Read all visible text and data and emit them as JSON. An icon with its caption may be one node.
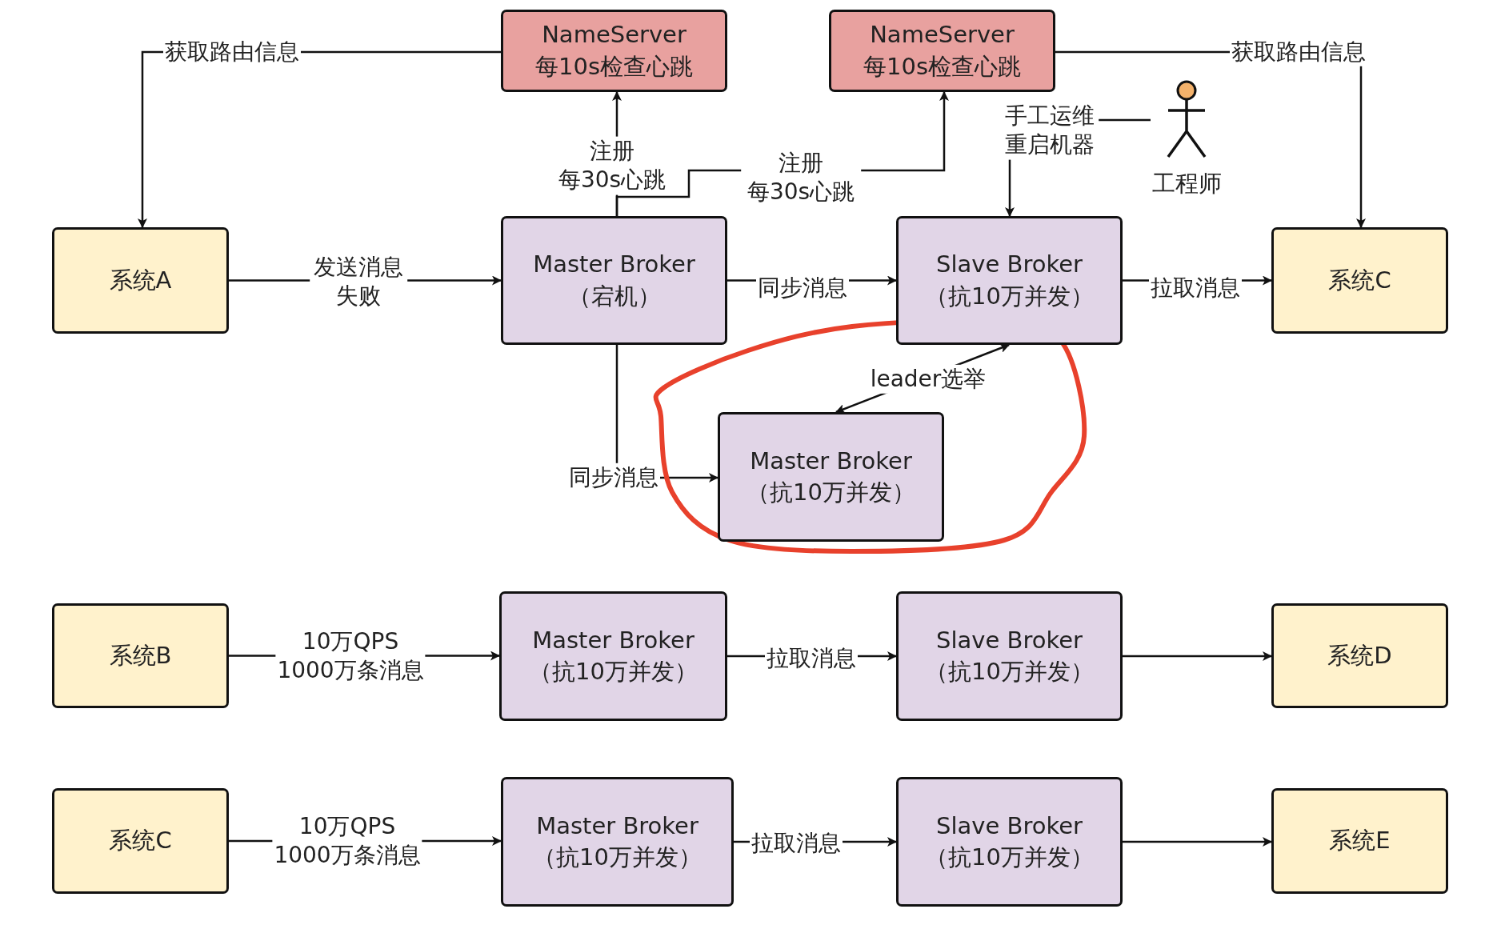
{
  "diagram": {
    "nodes": [
      {
        "text": [
          "NameServer 每10s检查心跳"
        ]
      },
      {
        "text": [
          "NameServer 每10s检查心跳"
        ]
      },
      {
        "text": [
          "系统A"
        ]
      },
      {
        "text": [
          "Master Broker （宕机）"
        ]
      },
      {
        "text": [
          "Slave Broker （抗10万并发）"
        ]
      },
      {
        "text": [
          "系统C"
        ]
      },
      {
        "text": [
          "Master Broker （抗10万并发）"
        ]
      },
      {
        "text": [
          "系统B"
        ]
      },
      {
        "text": [
          "Master Broker （抗10万并发）"
        ]
      },
      {
        "text": [
          "Slave Broker （抗10万并发）"
        ]
      },
      {
        "text": [
          "系统D"
        ]
      },
      {
        "text": [
          "系统C"
        ]
      },
      {
        "text": [
          "Master Broker （抗10万并发）"
        ]
      },
      {
        "text": [
          "Slave Broker （抗10万并发）"
        ]
      },
      {
        "text": [
          "系统E"
        ]
      },
      {
        "text": [
          "工程师"
        ]
      }
    ],
    "edges": [
      {
        "from": 0,
        "to": 2,
        "arrow": "to",
        "label": "获取路由信息"
      },
      {
        "from": 1,
        "to": 5,
        "arrow": "to",
        "label": "获取路由信息"
      },
      {
        "from": 3,
        "to": 0,
        "arrow": "to",
        "label": "注册每30s心跳"
      },
      {
        "from": 3,
        "to": 1,
        "arrow": "to",
        "label": "注册每30s心跳"
      },
      {
        "from": 2,
        "to": 3,
        "arrow": "to",
        "label": "发送消息失败"
      },
      {
        "from": 3,
        "to": 4,
        "arrow": "to",
        "label": "同步消息"
      },
      {
        "from": 4,
        "to": 5,
        "arrow": "to",
        "label": "拉取消息"
      },
      {
        "from": 3,
        "to": 6,
        "arrow": "to",
        "label": "同步消息"
      },
      {
        "from": 6,
        "to": 4,
        "arrow": "both",
        "label": "leader选举"
      },
      {
        "from": 15,
        "to": 4,
        "arrow": "to",
        "label": "手工运维重启机器"
      },
      {
        "from": 7,
        "to": 8,
        "arrow": "to",
        "label": "10万QPS 1000万条消息"
      },
      {
        "from": 8,
        "to": 9,
        "arrow": "to",
        "label": "拉取消息"
      },
      {
        "from": 9,
        "to": 10,
        "arrow": "to"
      },
      {
        "from": 11,
        "to": 12,
        "arrow": "to",
        "label": "10万QPS 1000万条消息"
      },
      {
        "from": 12,
        "to": 13,
        "arrow": "to",
        "label": "拉取消息"
      },
      {
        "from": 13,
        "to": 14,
        "arrow": "to"
      }
    ]
  }
}
